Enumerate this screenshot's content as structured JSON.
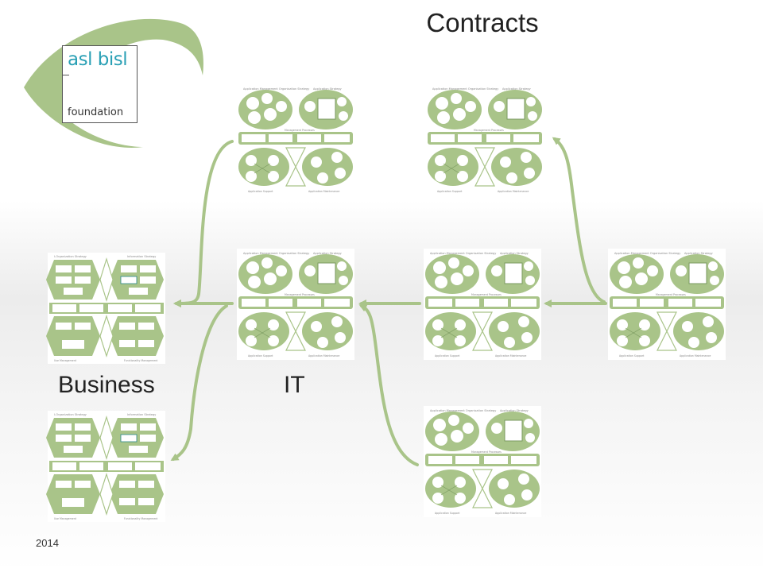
{
  "title": "Contracts",
  "labels": {
    "business": "Business",
    "it": "IT"
  },
  "year": "2014",
  "logo": {
    "line1": "asl bisl",
    "line2": "foundation"
  },
  "colors": {
    "accent_green": "#a9c489",
    "logo_teal": "#2aa0b5",
    "text": "#222222"
  },
  "framework_types": [
    "BiSL process model",
    "ASL process model"
  ]
}
